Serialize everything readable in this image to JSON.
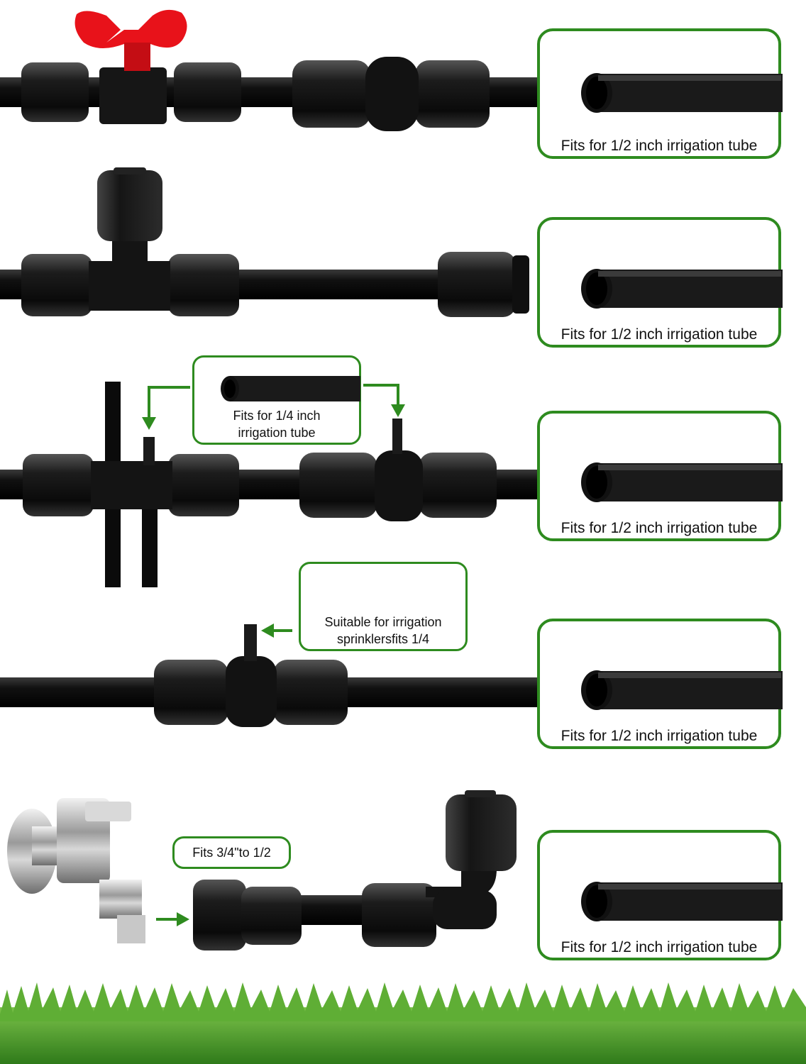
{
  "brand_color": "#2e8b1f",
  "callouts": [
    {
      "caption": "Fits for 1/2 inch irrigation tube"
    },
    {
      "caption": "Fits for 1/2 inch irrigation tube"
    },
    {
      "caption": "Fits for 1/2 inch irrigation tube"
    },
    {
      "caption": "Fits for 1/2 inch irrigation tube"
    },
    {
      "caption": "Fits for 1/2 inch irrigation tube"
    }
  ],
  "quarter_tube": {
    "line1": "Fits for 1/4 inch",
    "line2": "irrigation tube"
  },
  "sprinkler": {
    "line1": "Suitable for irrigation",
    "line2": "sprinklersfits 1/4"
  },
  "faucet": {
    "label": "Fits 3/4\"to 1/2"
  }
}
